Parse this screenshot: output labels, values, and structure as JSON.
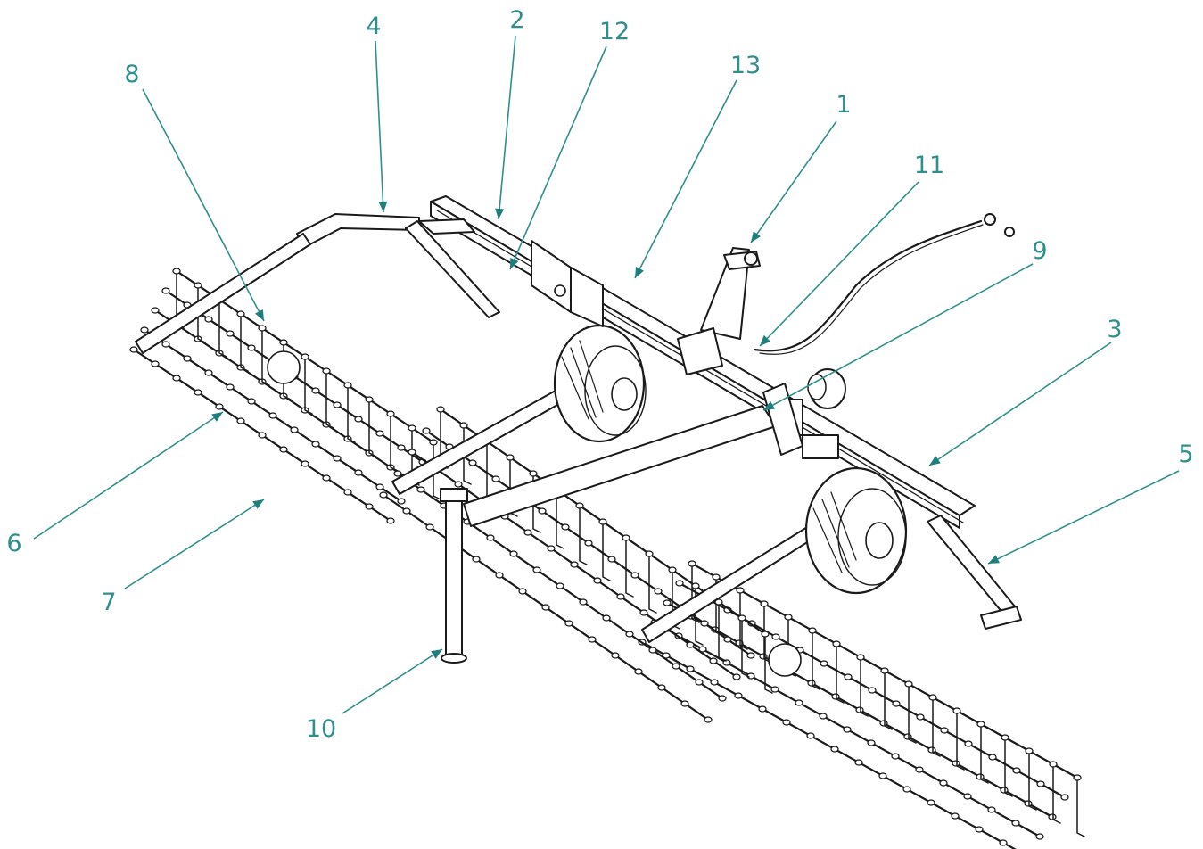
{
  "colors": {
    "callout": "#2f8f8c",
    "arrow": "#1f7f7c",
    "ink": "#1a1a1a",
    "background": "#ffffff"
  },
  "callouts": [
    {
      "id": "c1",
      "label": "1"
    },
    {
      "id": "c2",
      "label": "2"
    },
    {
      "id": "c3",
      "label": "3"
    },
    {
      "id": "c4",
      "label": "4"
    },
    {
      "id": "c5",
      "label": "5"
    },
    {
      "id": "c6",
      "label": "6"
    },
    {
      "id": "c7",
      "label": "7"
    },
    {
      "id": "c8",
      "label": "8"
    },
    {
      "id": "c9",
      "label": "9"
    },
    {
      "id": "c10",
      "label": "10"
    },
    {
      "id": "c11",
      "label": "11"
    },
    {
      "id": "c12",
      "label": "12"
    },
    {
      "id": "c13",
      "label": "13"
    }
  ]
}
